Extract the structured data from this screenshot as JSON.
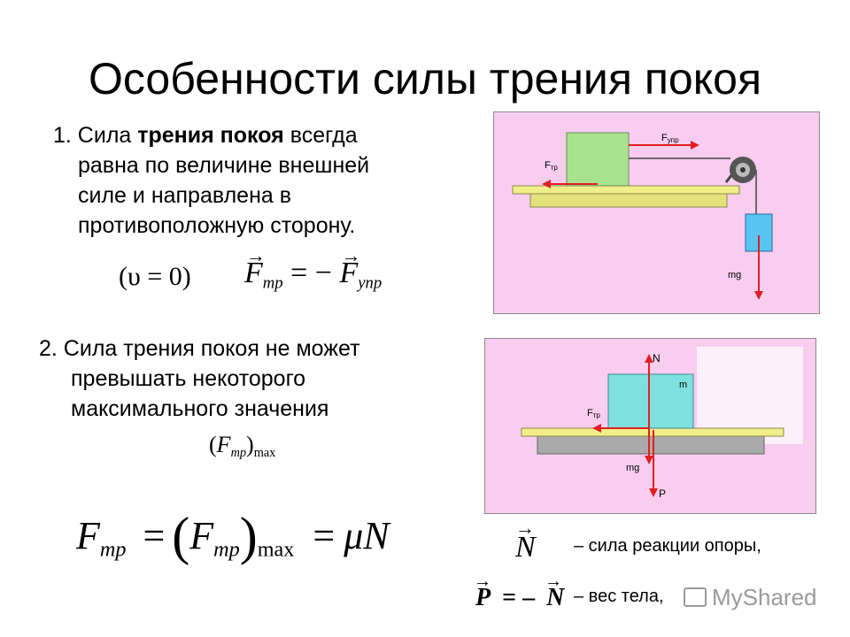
{
  "title": "Особенности силы трения покоя",
  "p1": {
    "num": "1. Сила ",
    "bold": "трения покоя",
    "rest1": " всегда",
    "lines": [
      "равна по величине внешней",
      "силе и направлена в",
      "противоположную сторону."
    ]
  },
  "formula1": {
    "cond": "(υ = 0)",
    "lhs": "F",
    "lhs_sub": "тр",
    "eq": "= −",
    "rhs": "F",
    "rhs_sub": "упр"
  },
  "p2": {
    "line1": "2. Сила трения покоя не может",
    "lines": [
      "превышать некоторого",
      "максимального значения"
    ]
  },
  "formula2": {
    "F": "F",
    "sub": "тр",
    "max": "max"
  },
  "formula3": {
    "F": "F",
    "sub": "тр",
    "eq1": "=",
    "max": "max",
    "eq2": "=",
    "mu": "μN"
  },
  "fig1": {
    "f_upr": "F",
    "f_upr_sub": "упр",
    "f_tr": "F",
    "f_tr_sub": "тр",
    "mg": "mg"
  },
  "fig2": {
    "N": "N",
    "m": "m",
    "f_tr": "F",
    "f_tr_sub": "тр",
    "mg": "mg",
    "P": "P"
  },
  "legend": {
    "n_symbol": "N",
    "n_text": "– сила реакции опоры,",
    "p_symbol": "P",
    "p_eq": "= –",
    "p_n": "N",
    "p_text": "– вес тела,"
  },
  "watermark": "MyShared"
}
